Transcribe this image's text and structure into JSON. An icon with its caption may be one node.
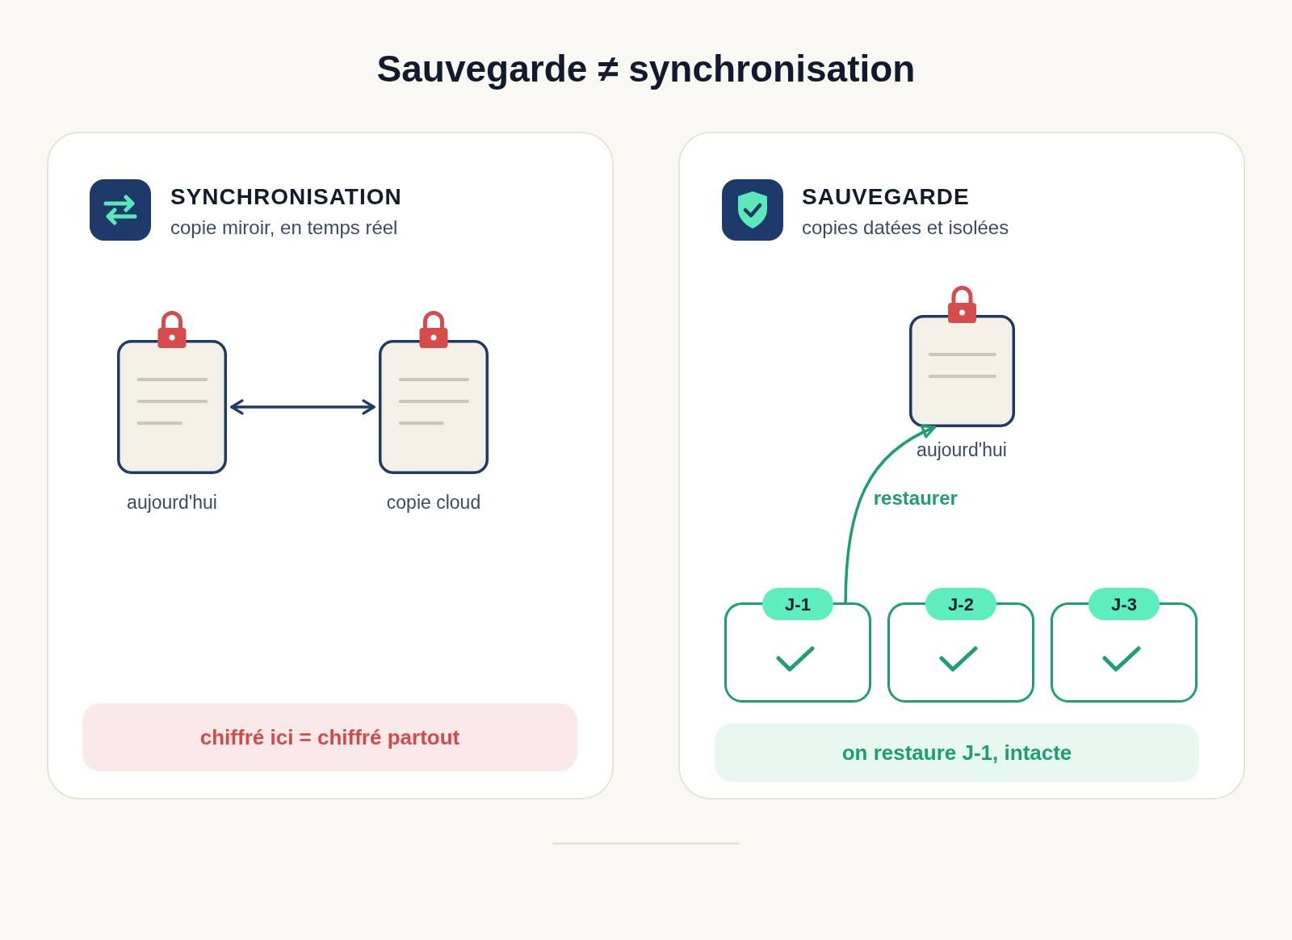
{
  "diagram": {
    "title": "Sauvegarde ≠ synchronisation",
    "nodes": [
      {
        "text": [
          "SYNCHRONISATION",
          "copie miroir, en temps réel"
        ]
      },
      {
        "text": [],
        "shape": "document",
        "in": 0,
        "beside": [
          "aujourd'hui"
        ]
      },
      {
        "text": [],
        "shape": "document",
        "in": 0,
        "beside": [
          "copie cloud"
        ]
      },
      {
        "text": [
          "chiffré ici = chiffré partout"
        ],
        "in": 0
      },
      {
        "text": [
          "SAUVEGARDE",
          "copies datées et isolées"
        ]
      },
      {
        "text": [],
        "shape": "document",
        "in": 4,
        "beside": [
          "aujourd'hui"
        ]
      },
      {
        "text": [
          "J-1"
        ],
        "in": 4
      },
      {
        "text": [
          "J-2"
        ],
        "in": 4
      },
      {
        "text": [
          "J-3"
        ],
        "in": 4
      },
      {
        "text": [
          "on restaure J-1, intacte"
        ],
        "in": 4
      }
    ],
    "edges": [
      {
        "from": 1,
        "to": 2,
        "arrow": "both"
      },
      {
        "from": 6,
        "to": 5,
        "arrow": "to",
        "label": "restaurer",
        "color": "#1f9d74"
      }
    ]
  }
}
